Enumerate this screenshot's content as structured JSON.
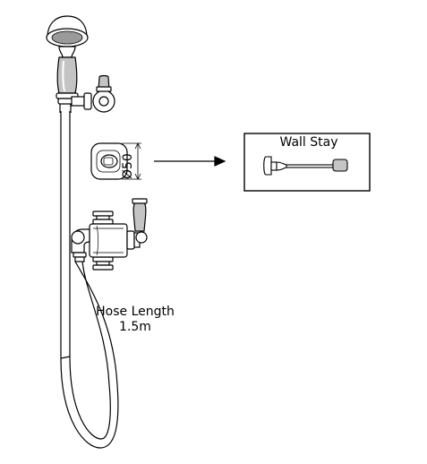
{
  "inset": {
    "title": "Wall Stay"
  },
  "dimension": {
    "label": "Ø50"
  },
  "hose": {
    "line1": "Hose Length",
    "line2": "1.5m"
  },
  "icons": {
    "shower_head": "shower-handset-icon",
    "bracket": "slide-bracket-icon",
    "wall_flange": "wall-flange-icon",
    "valve": "thermostatic-valve-icon",
    "wall_stay": "wall-stay-icon"
  },
  "colors": {
    "line": "#000000",
    "background": "#ffffff",
    "shade": "#bcbcbc"
  }
}
